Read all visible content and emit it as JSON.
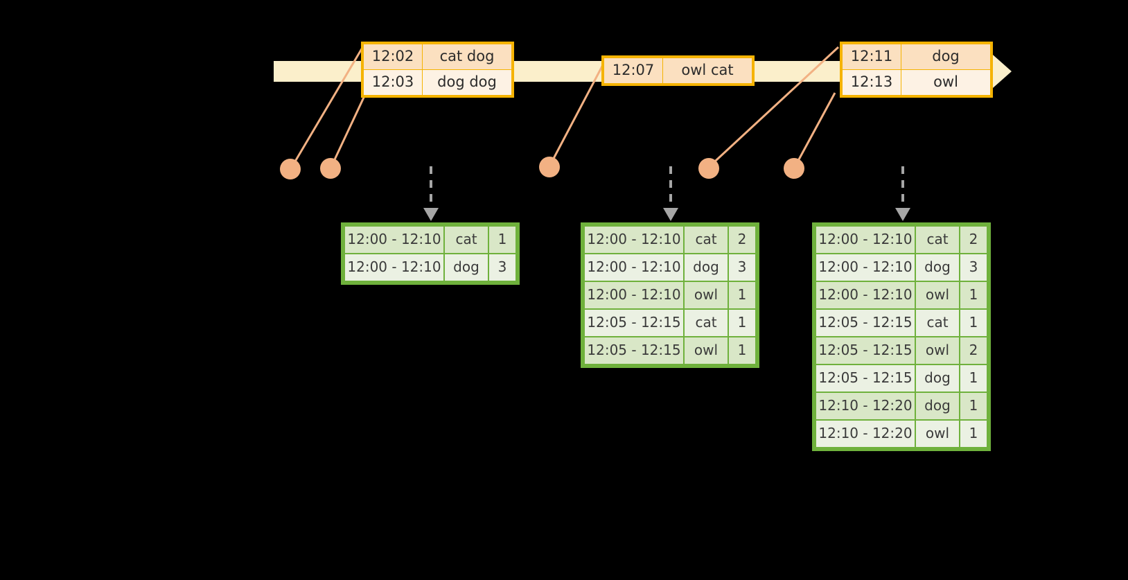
{
  "timeline": {
    "axis_color": "#FBEFCB",
    "arrow_label": "timeline-arrow",
    "event_boxes": [
      {
        "id": "events-box-1",
        "rows": [
          {
            "time": "12:02",
            "words": "cat dog"
          },
          {
            "time": "12:03",
            "words": "dog dog"
          }
        ]
      },
      {
        "id": "events-box-2",
        "rows": [
          {
            "time": "12:07",
            "words": "owl cat"
          }
        ]
      },
      {
        "id": "events-box-3",
        "rows": [
          {
            "time": "12:11",
            "words": "dog"
          },
          {
            "time": "12:13",
            "words": "owl"
          }
        ]
      }
    ]
  },
  "markers": {
    "dot_color": "#F2B183",
    "line_color": "#F2B183",
    "count": 5
  },
  "results": {
    "arrow_color": "#A6A6A6",
    "columns": [
      "window",
      "word",
      "count"
    ],
    "tables": [
      {
        "id": "result-table-1",
        "rows": [
          {
            "window": "12:00 - 12:10",
            "word": "cat",
            "count": "1",
            "band": "a"
          },
          {
            "window": "12:00 - 12:10",
            "word": "dog",
            "count": "3",
            "band": "b"
          }
        ]
      },
      {
        "id": "result-table-2",
        "rows": [
          {
            "window": "12:00 - 12:10",
            "word": "cat",
            "count": "2",
            "band": "a"
          },
          {
            "window": "12:00 - 12:10",
            "word": "dog",
            "count": "3",
            "band": "b"
          },
          {
            "window": "12:00 - 12:10",
            "word": "owl",
            "count": "1",
            "band": "a"
          },
          {
            "window": "12:05 - 12:15",
            "word": "cat",
            "count": "1",
            "band": "b"
          },
          {
            "window": "12:05 - 12:15",
            "word": "owl",
            "count": "1",
            "band": "a"
          }
        ]
      },
      {
        "id": "result-table-3",
        "rows": [
          {
            "window": "12:00 - 12:10",
            "word": "cat",
            "count": "2",
            "band": "a"
          },
          {
            "window": "12:00 - 12:10",
            "word": "dog",
            "count": "3",
            "band": "b"
          },
          {
            "window": "12:00 - 12:10",
            "word": "owl",
            "count": "1",
            "band": "a"
          },
          {
            "window": "12:05 - 12:15",
            "word": "cat",
            "count": "1",
            "band": "b"
          },
          {
            "window": "12:05 - 12:15",
            "word": "owl",
            "count": "2",
            "band": "a"
          },
          {
            "window": "12:05 - 12:15",
            "word": "dog",
            "count": "1",
            "band": "b"
          },
          {
            "window": "12:10 - 12:20",
            "word": "dog",
            "count": "1",
            "band": "a"
          },
          {
            "window": "12:10 - 12:20",
            "word": "owl",
            "count": "1",
            "band": "b"
          }
        ]
      }
    ]
  }
}
